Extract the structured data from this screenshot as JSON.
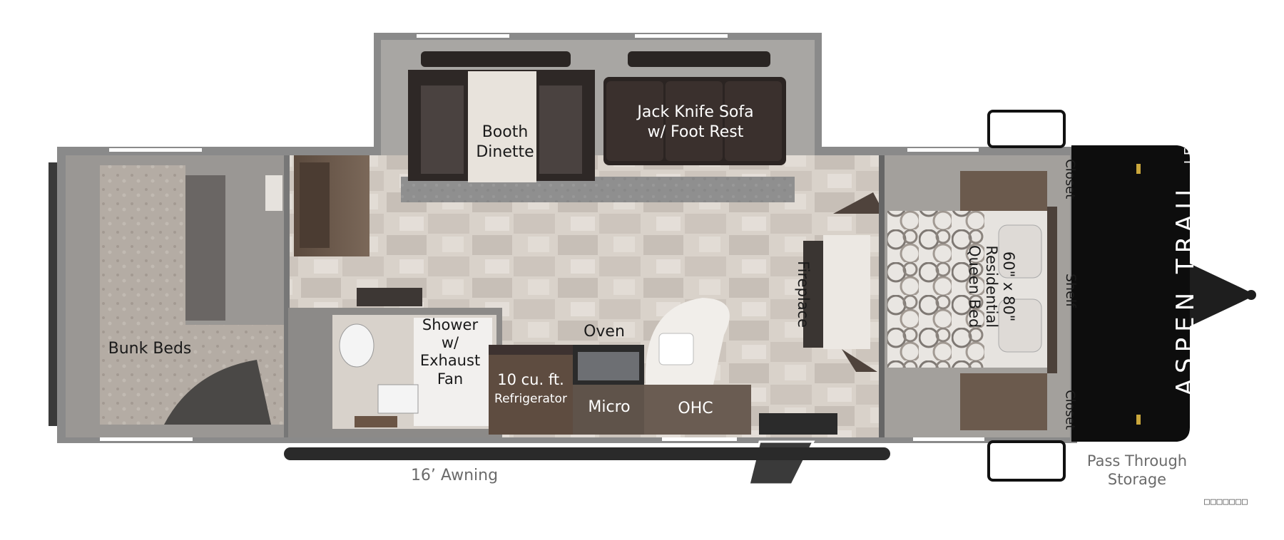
{
  "floorplan": {
    "brand_line1": "ASPEN TRAIL",
    "brand_line2": "LE",
    "labels": {
      "booth_dinette": "Booth\nDinette",
      "jack_knife_sofa": "Jack Knife Sofa\nw/ Foot Rest",
      "bunk_beds": "Bunk Beds",
      "shower": "Shower\nw/\nExhaust\nFan",
      "oven": "Oven",
      "refrigerator_size": "10 cu. ft.",
      "refrigerator": "Refrigerator",
      "micro": "Micro",
      "ohc": "OHC",
      "fireplace": "Fireplace",
      "bed": "60\" x 80\"\nResidential\nQueen Bed",
      "closet_top": "Closet",
      "shelf": "Shelf",
      "closet_bottom": "Closet",
      "awning": "16’ Awning",
      "pass_through": "Pass Through\nStorage"
    },
    "model_code": "□□□□□□□"
  }
}
